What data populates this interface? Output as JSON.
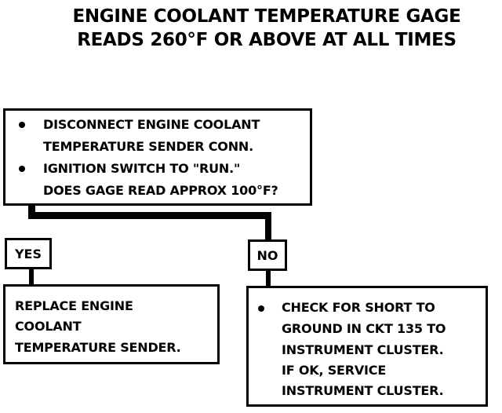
{
  "title": {
    "line1": "ENGINE COOLANT TEMPERATURE GAGE",
    "line2": "READS 260°F OR ABOVE AT ALL TIMES"
  },
  "top_box": {
    "bullet1": [
      "DISCONNECT ENGINE COOLANT",
      "TEMPERATURE SENDER CONN."
    ],
    "bullet2": [
      "IGNITION SWITCH TO \"RUN.\"",
      "DOES GAGE READ APPROX 100°F?"
    ]
  },
  "yes_label": "YES",
  "no_label": "NO",
  "yes_box": {
    "lines": [
      "REPLACE ENGINE",
      "COOLANT",
      "TEMPERATURE SENDER."
    ]
  },
  "no_box": {
    "lines": [
      "CHECK FOR SHORT TO",
      "GROUND IN CKT 135 TO",
      "INSTRUMENT CLUSTER.",
      "IF OK, SERVICE",
      "INSTRUMENT CLUSTER."
    ]
  }
}
